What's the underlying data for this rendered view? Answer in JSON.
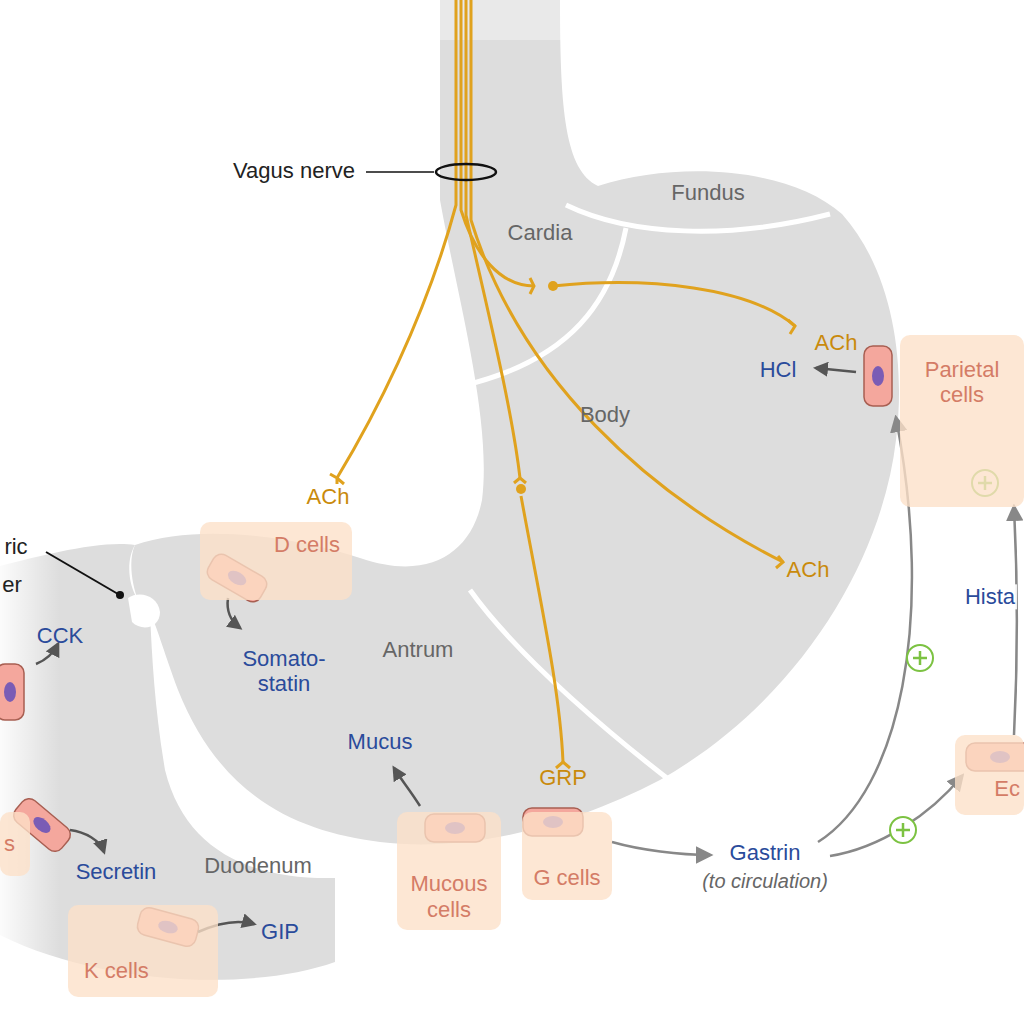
{
  "diagram": {
    "nodes": [
      {
        "text": [
          "Parietal cells"
        ]
      },
      {
        "text": [
          "D cells"
        ]
      },
      {
        "text": [
          "Ec"
        ]
      },
      {
        "text": [
          "Mucous cells"
        ]
      },
      {
        "text": [
          "G cells"
        ]
      },
      {
        "text": [
          "s"
        ]
      },
      {
        "text": [
          "K cells"
        ]
      }
    ],
    "edges": [
      {
        "from": 2,
        "to": 0,
        "arrow": "to"
      }
    ],
    "labels": [
      "Vagus nerve",
      "Fundus",
      "Cardia",
      "Body",
      "Antrum",
      "Duodenum",
      "ric",
      "er",
      "ACh",
      "HCl",
      "ACh",
      "ACh",
      "GRP",
      "Somato- statin",
      "Mucus",
      "Gastrin",
      "(to circulation)",
      "CCK",
      "Secretin",
      "GIP",
      "Hista"
    ]
  }
}
